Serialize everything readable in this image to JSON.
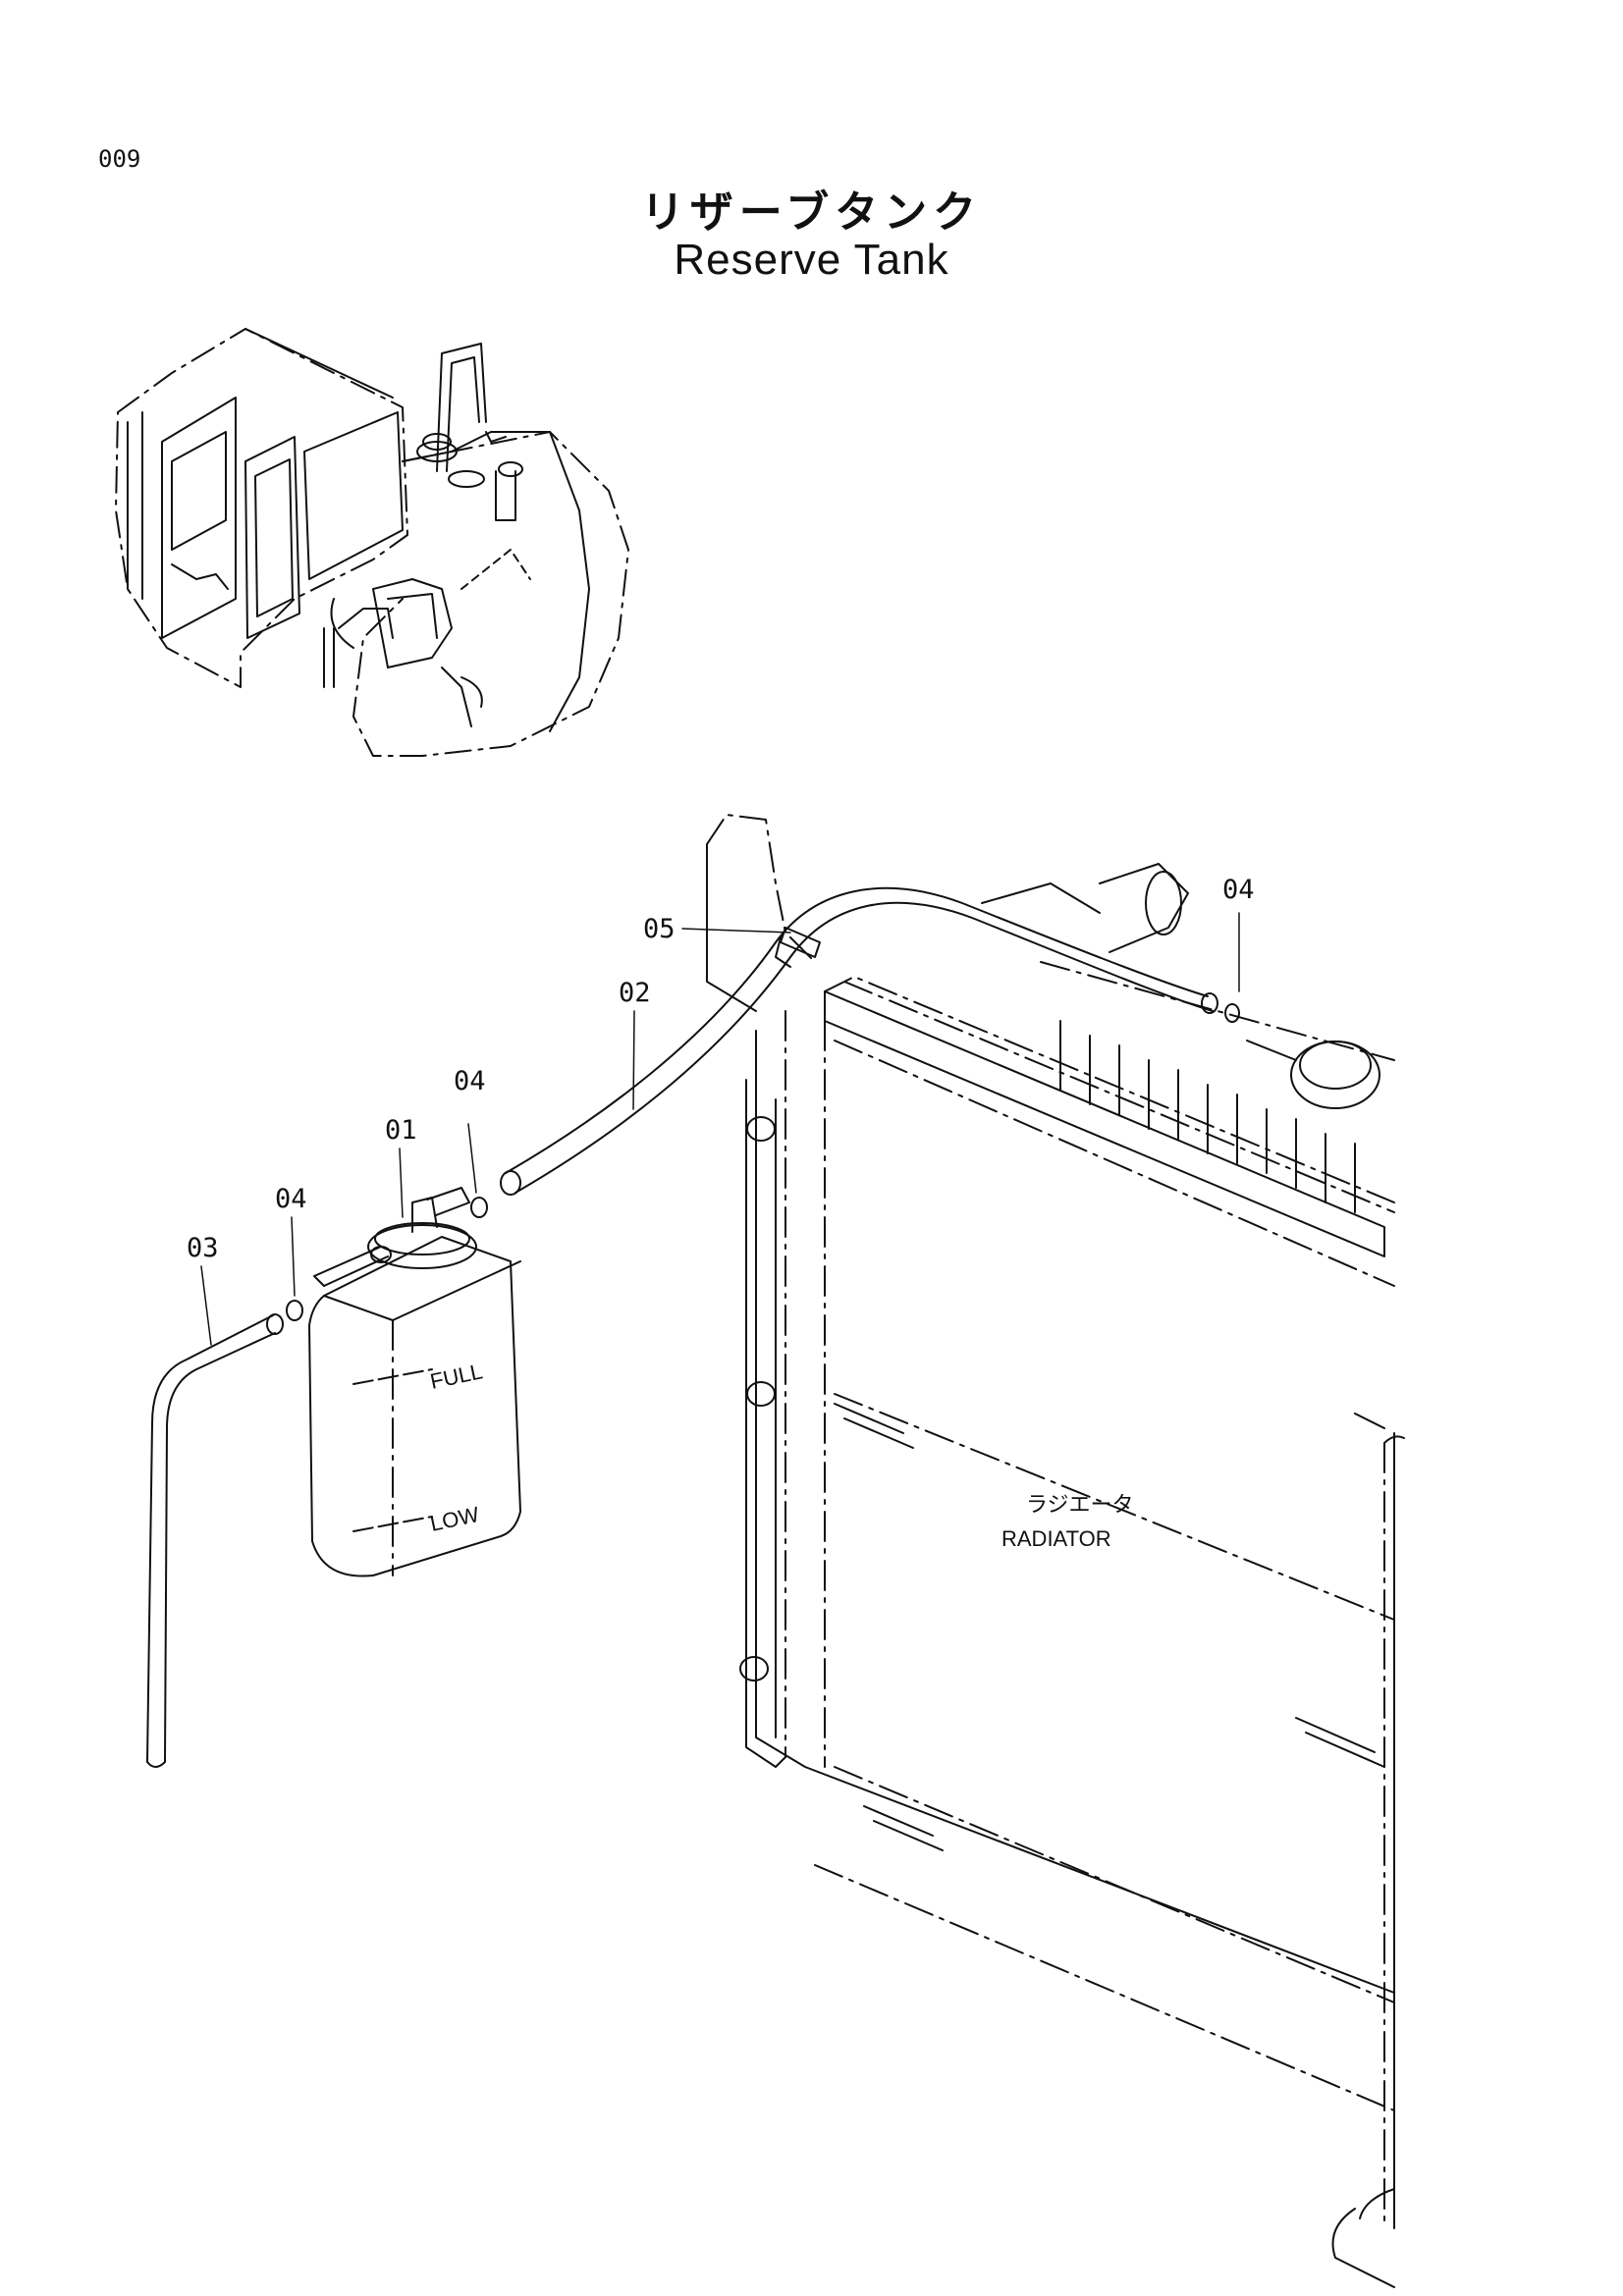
{
  "page_number": "009",
  "title": {
    "japanese": "リザーブタンク",
    "english": "Reserve Tank"
  },
  "callouts": {
    "c01": "01",
    "c02": "02",
    "c03": "03",
    "c04_left": "04",
    "c04_mid": "04",
    "c04_right": "04",
    "c05": "05"
  },
  "tank_markings": {
    "full": "FULL",
    "low": "LOW"
  },
  "radiator_label": {
    "japanese": "ラジエータ",
    "english": "RADIATOR"
  }
}
